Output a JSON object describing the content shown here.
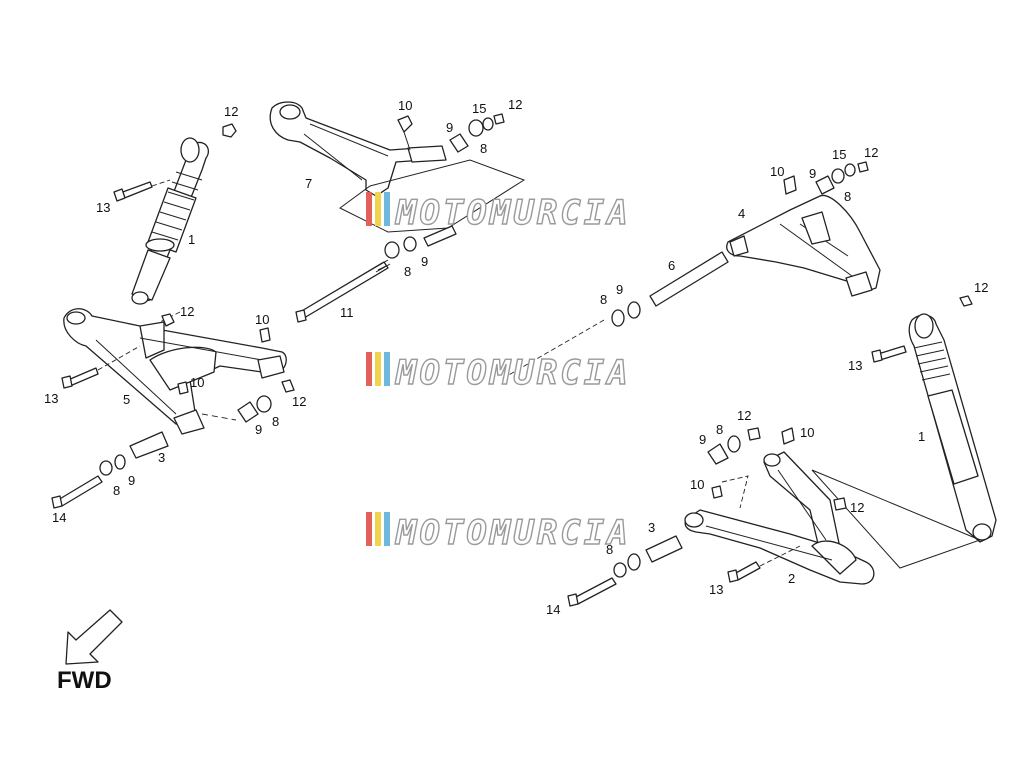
{
  "direction_label": "FWD",
  "watermark_text": "MOTOMURCIA",
  "watermark_colors": [
    "#e4605a",
    "#f2d34e",
    "#6fb7df"
  ],
  "labels": {
    "l_12a": "12",
    "l_13a": "13",
    "l_1a": "1",
    "l_10a": "10",
    "l_9a": "9",
    "l_15a": "15",
    "l_12b": "12",
    "l_8a": "8",
    "l_7": "7",
    "l_8b": "8",
    "l_9b": "9",
    "l_11": "11",
    "l_12c": "12",
    "l_10b": "10",
    "l_13b": "13",
    "l_5": "5",
    "l_10c": "10",
    "l_12d": "12",
    "l_9c": "9",
    "l_8c": "8",
    "l_3a": "3",
    "l_8d": "8",
    "l_9d": "9",
    "l_14a": "14",
    "l_10d": "10",
    "l_9e": "9",
    "l_15b": "15",
    "l_12e": "12",
    "l_8e": "8",
    "l_4": "4",
    "l_6": "6",
    "l_8f": "8",
    "l_9f": "9",
    "l_12f": "12",
    "l_13c": "13",
    "l_1b": "1",
    "l_9g": "9",
    "l_8g": "8",
    "l_12g": "12",
    "l_10e": "10",
    "l_10f": "10",
    "l_12h": "12",
    "l_3b": "3",
    "l_8h": "8",
    "l_13d": "13",
    "l_2": "2",
    "l_14b": "14"
  }
}
